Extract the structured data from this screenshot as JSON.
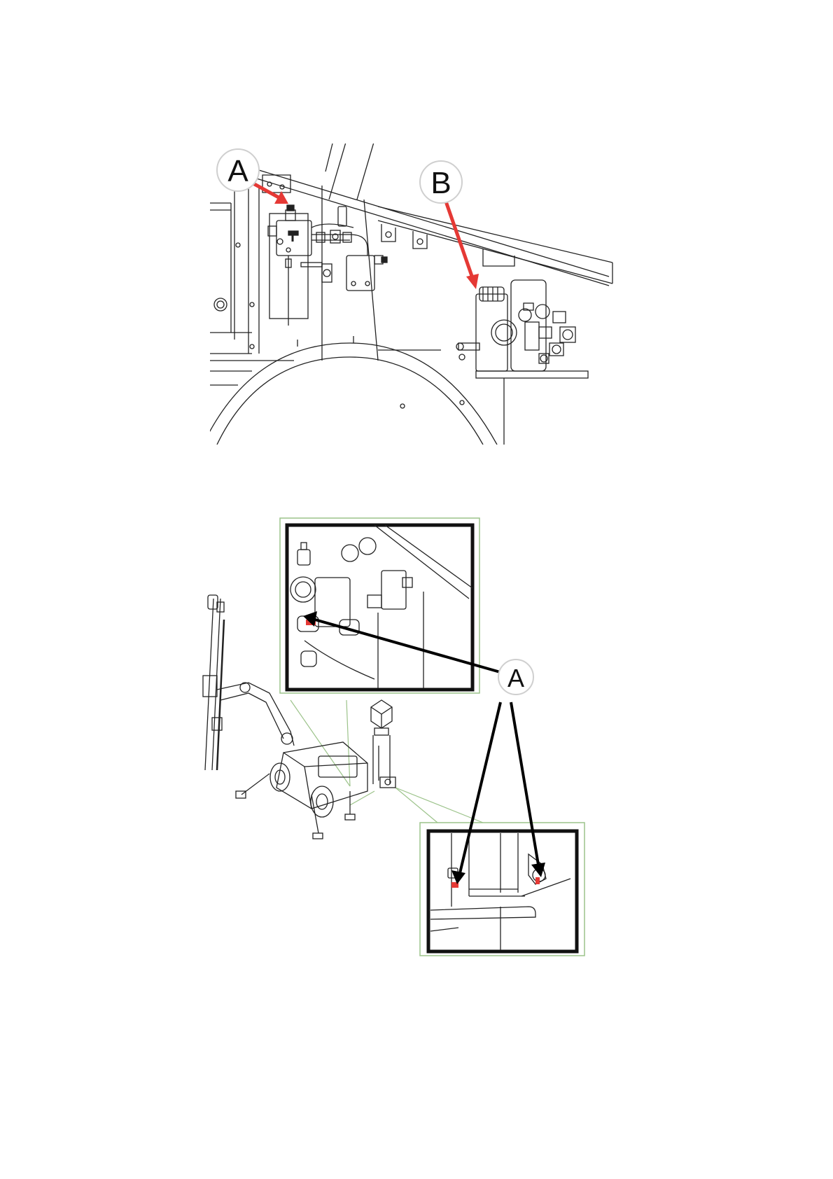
{
  "figure_top": {
    "callouts": [
      {
        "id": "A",
        "label": "A",
        "arrow_color": "#e53935"
      },
      {
        "id": "B",
        "label": "B",
        "arrow_color": "#e53935"
      }
    ]
  },
  "figure_bottom": {
    "callouts": [
      {
        "id": "A",
        "label": "A",
        "arrow_color": "#000000"
      }
    ],
    "inset_frame_color": "#9cc38a"
  }
}
